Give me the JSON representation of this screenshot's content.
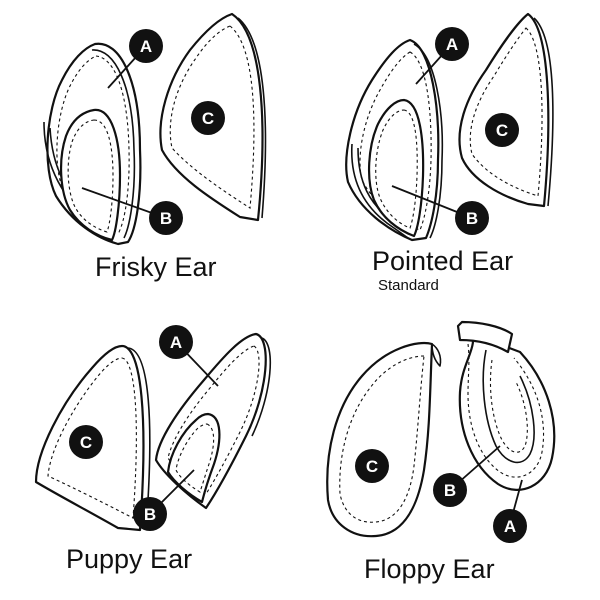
{
  "panels": {
    "frisky": {
      "title": "Frisky Ear",
      "labels": {
        "a": "A",
        "b": "B",
        "c": "C"
      }
    },
    "pointed": {
      "title": "Pointed Ear",
      "subtitle": "Standard",
      "labels": {
        "a": "A",
        "b": "B",
        "c": "C"
      }
    },
    "puppy": {
      "title": "Puppy Ear",
      "labels": {
        "a": "A",
        "b": "B",
        "c": "C"
      }
    },
    "floppy": {
      "title": "Floppy Ear",
      "labels": {
        "a": "A",
        "b": "B",
        "c": "C"
      }
    }
  },
  "colors": {
    "ink": "#111111",
    "background": "#ffffff"
  }
}
